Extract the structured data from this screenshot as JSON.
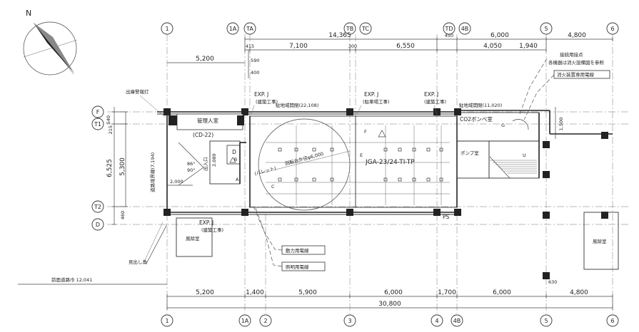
{
  "north_label": "N",
  "grid_top": [
    "1",
    "1A",
    "TA",
    "TB",
    "TC",
    "TD",
    "4B",
    "5",
    "6"
  ],
  "grid_bottom": [
    "1",
    "1A",
    "2",
    "3",
    "4",
    "4B",
    "5",
    "6"
  ],
  "grid_left": [
    "F",
    "T1",
    "T2",
    "D"
  ],
  "dims_top": {
    "overall": "14,365",
    "d415": "415",
    "d7100": "7,100",
    "d300": "300",
    "d6550": "6,550",
    "d450": "450",
    "d6000": "6,000",
    "d4800": "4,800",
    "d4050": "4,050",
    "d1940": "1,940",
    "d5200": "5,200",
    "d590": "590",
    "d400": "400"
  },
  "dims_bottom": {
    "d5200": "5,200",
    "d1400": "1,400",
    "d5900": "5,900",
    "d6000a": "6,000",
    "d1700": "1,700",
    "d6000b": "6,000",
    "d4800": "4,800",
    "overall": "30,800",
    "d630": "630"
  },
  "dims_left": {
    "d540": "540",
    "d215": "215",
    "d6525": "6,525",
    "d5300": "5,300",
    "d460": "460"
  },
  "dims_right": {
    "d1500": "1,500"
  },
  "labels": {
    "exp_j_1": "EXP. J",
    "exp_j_1_sub": "(建築工事)",
    "exp_j_2": "EXP. J",
    "exp_j_2_sub": "(駐車場工事)",
    "exp_j_3": "EXP. J",
    "exp_j_3_sub": "(建築工事)",
    "exp_j_4": "EXP. J",
    "exp_j_4_sub": "(建築工事)",
    "parking_floor_1": "駐地域開閉(22,108)",
    "parking_floor_2": "駐地域開閉(11,020)",
    "warning_light": "出庫警報灯",
    "manager_room": "管理人室",
    "cd22": "(CD-22)",
    "co2_room": "CO2ボンベ室",
    "pump_room": "ポンプ室",
    "machine_model": "JGA-23/24-TI-TP",
    "turntable_dia": "回転台外径φ6,000",
    "turntable_pallet": "(パレット)",
    "angle_86": "86°",
    "angle_90": "90°",
    "dim_2000": "2,000",
    "dim_2080": "2,080",
    "path_label": "出入口",
    "road_width": "道路境界線(7,194)",
    "wind_room_left": "風除室",
    "wind_room_right": "風除室",
    "power_panel": "動力用電線",
    "light_panel": "照明用電線",
    "fire_panel": "消火装置専用電線",
    "note_1": "接続用接点",
    "note_2": "各機器は消火設備図を参照",
    "ps": "PS",
    "exit_label": "見出し角",
    "front_road": "前面道路巾 12,041",
    "mark_d": "D",
    "mark_e": "E",
    "mark_f": "F",
    "mark_g": "G",
    "mark_c": "C",
    "mark_u": "U",
    "mark_a": "A",
    "mark_b": "B"
  }
}
